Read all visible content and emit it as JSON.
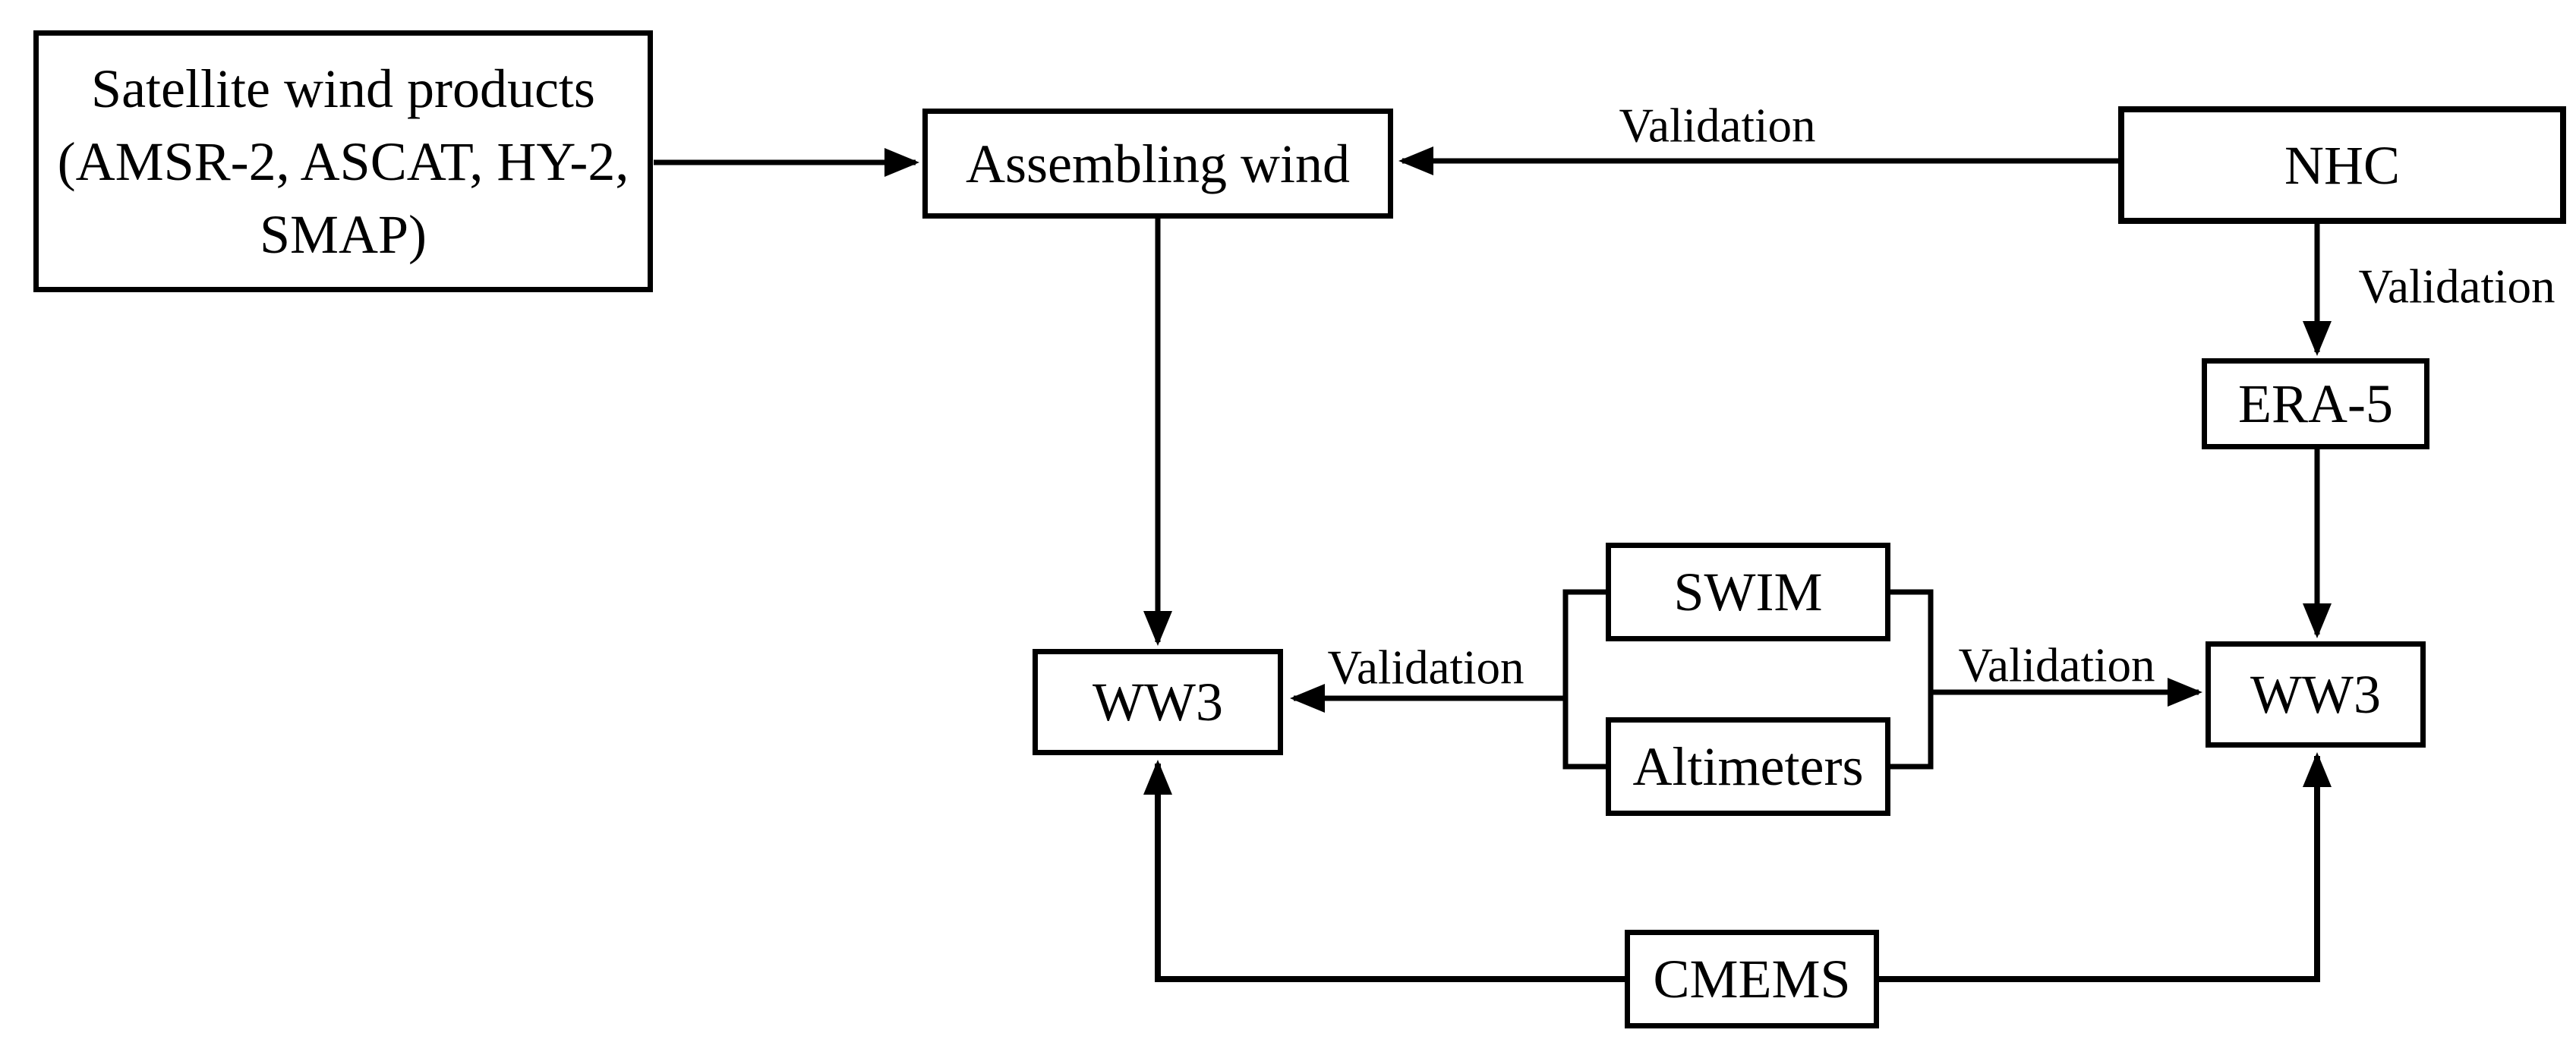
{
  "figure": {
    "type": "flowchart",
    "background_color": "#ffffff",
    "ink_color": "#000000"
  },
  "nodes": {
    "satellite": {
      "line1": "Satellite wind products",
      "line2": "(AMSR-2, ASCAT, HY-2,",
      "line3": "SMAP)"
    },
    "assembling": {
      "label": "Assembling wind"
    },
    "nhc": {
      "label": "NHC"
    },
    "era5": {
      "label": "ERA-5"
    },
    "ww3_left": {
      "label": "WW3"
    },
    "ww3_right": {
      "label": "WW3"
    },
    "swim": {
      "label": "SWIM"
    },
    "altimeters": {
      "label": "Altimeters"
    },
    "cmems": {
      "label": "CMEMS"
    }
  },
  "edge_labels": {
    "nhc_to_assembling": "Validation",
    "nhc_to_era5": "Validation",
    "group_to_ww3_left": "Validation",
    "group_to_ww3_right": "Validation"
  }
}
